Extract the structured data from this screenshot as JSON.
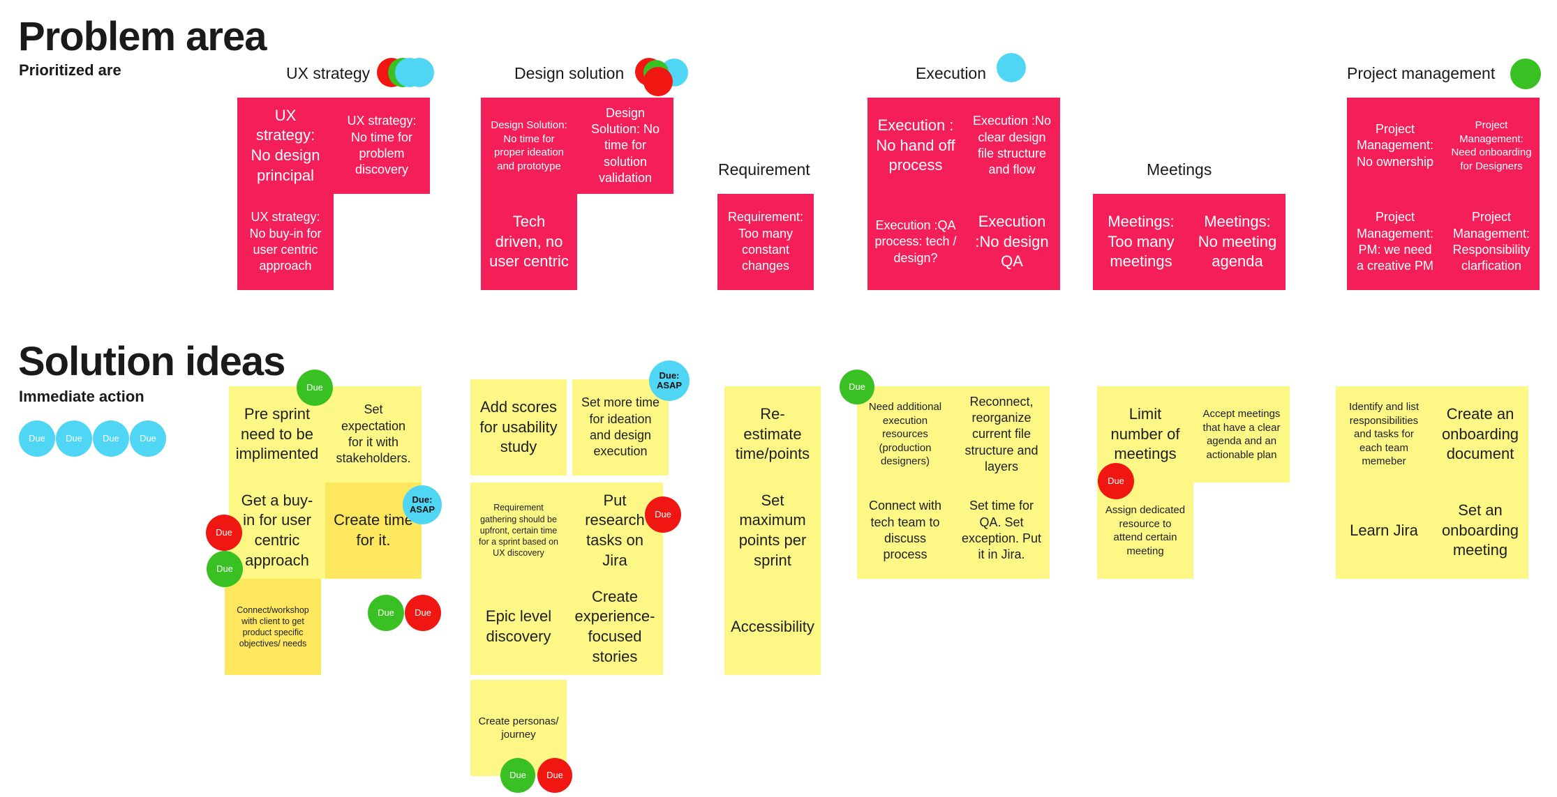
{
  "problem": {
    "title": "Problem area",
    "subtitle": "Prioritized are",
    "columns": [
      "UX strategy",
      "Design solution",
      "Requirement",
      "Execution",
      "Meetings",
      "Project management"
    ],
    "notes": [
      "UX strategy: No design principal",
      "UX strategy: No time for problem discovery",
      "UX strategy: No buy-in for user centric approach",
      "Design Solution: No time for proper ideation and prototype",
      "Design Solution: No time for solution validation",
      "Tech driven, no user centric",
      "Requirement: Too many constant changes",
      "Execution : No hand off process",
      "Execution :No clear design file structure and flow",
      "Execution :QA process: tech / design?",
      "Execution :No design QA",
      "Meetings: Too many meetings",
      "Meetings: No meeting agenda",
      "Project Management: No ownership",
      "Project Management: Need onboarding for Designers",
      "Project Management: PM: we need a creative PM",
      "Project Management: Responsibility clarfication"
    ]
  },
  "solutions": {
    "title": "Solution ideas",
    "subtitle": "Immediate action",
    "notes": [
      "Pre sprint need to be implimented",
      "Set expectation for it with stakeholders.",
      "Get a buy-in for user centric approach",
      "Create time for it.",
      "Connect/workshop with client to get product specific objectives/ needs",
      "Add scores for usability study",
      "Set more time for ideation and design execution",
      "Requirement gathering should be upfront, certain time for a sprint based on UX discovery",
      "Put research tasks on Jira",
      "Epic level discovery",
      "Create experience-focused stories",
      "Create personas/ journey",
      "Re-estimate time/points",
      "Set maximum points per sprint",
      "Accessibility",
      "Need additional execution resources (production designers)",
      "Reconnect, reorganize current file structure and layers",
      "Connect with tech team to discuss process",
      "Set time for QA. Set exception. Put it in Jira.",
      "Limit number of meetings",
      "Accept meetings that have a clear agenda and an actionable plan",
      "Assign dedicated resource to attend certain meeting",
      "Identify and list responsibilities and tasks for each team memeber",
      "Create an onboarding document",
      "Learn Jira",
      "Set an onboarding meeting"
    ]
  },
  "labels": {
    "due": "Due",
    "due_asap": "Due:\nASAP"
  },
  "colors": {
    "problem_note": "#f41f59",
    "solution_note": "#fdf886",
    "highlight_note": "#fde75f",
    "dot_cyan": "#4fd6f4",
    "dot_green": "#39c022",
    "dot_red": "#f01612"
  }
}
